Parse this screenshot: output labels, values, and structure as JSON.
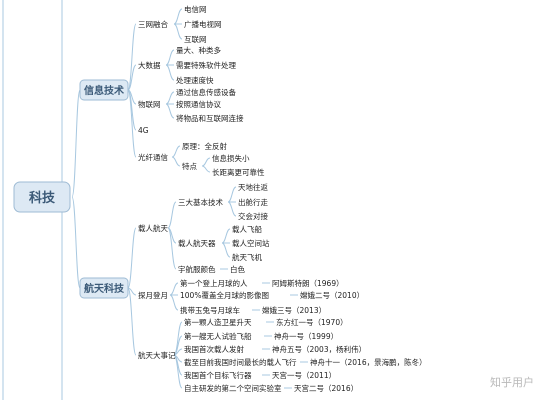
{
  "root": "科技",
  "branches": [
    {
      "label": "信息技术",
      "children": [
        {
          "label": "三网融合",
          "children": [
            "电信网",
            "广播电视网",
            "互联网"
          ]
        },
        {
          "label": "大数据",
          "children": [
            "量大、种类多",
            "需要特殊软件处理",
            "处理速度快"
          ]
        },
        {
          "label": "物联网",
          "children": [
            "通过信息传感设备",
            "按照通信协议",
            "将物品和互联网连接"
          ]
        },
        {
          "label": "4G",
          "children": []
        },
        {
          "label": "光纤通信",
          "children": [
            {
              "label": "原理：全反射",
              "children": []
            },
            {
              "label": "特点",
              "children": [
                "信息损失小",
                "长距离更可靠性"
              ]
            }
          ]
        }
      ]
    },
    {
      "label": "航天科技",
      "children": [
        {
          "label": "载人航天",
          "children": [
            {
              "label": "三大基本技术",
              "children": [
                "天地往返",
                "出舱行走",
                "交会对接"
              ]
            },
            {
              "label": "载人航天器",
              "children": [
                "载人飞船",
                "载人空间站",
                "航天飞机"
              ]
            },
            {
              "label": "宇航服颜色",
              "children": [
                "白色"
              ]
            }
          ]
        },
        {
          "label": "探月登月",
          "children": [
            {
              "label": "第一个登上月球的人",
              "children": [
                "阿姆斯特朗（1969）"
              ]
            },
            {
              "label": "100%覆盖全月球的影像图",
              "children": [
                "嫦娥二号（2010）"
              ]
            },
            {
              "label": "携带玉兔号月球车",
              "children": [
                "嫦娥三号（2013）"
              ]
            }
          ]
        },
        {
          "label": "航天大事记",
          "children": [
            {
              "label": "第一颗人造卫星升天",
              "children": [
                "东方红一号（1970）"
              ]
            },
            {
              "label": "第一艘无人试验飞船",
              "children": [
                "神舟一号（1999）"
              ]
            },
            {
              "label": "我国首次载人发射",
              "children": [
                "神舟五号（2003，杨利伟）"
              ]
            },
            {
              "label": "截至目前我国时间最长的载人飞行",
              "children": [
                "神舟十一（2016，景海鹏，陈冬）"
              ]
            },
            {
              "label": "我国首个目标飞行器",
              "children": [
                "天宫一号（2011）"
              ]
            },
            {
              "label": "自主研发的第二个空间实验室",
              "children": [
                "天宫二号（2016）"
              ]
            }
          ]
        }
      ]
    }
  ],
  "watermark": "知乎用户",
  "colors": {
    "line": "#a8c8e0",
    "node_fill": "#dde9f4",
    "node_stroke": "#9ebbd4",
    "text": "#222222",
    "accent": "#3b5a78"
  }
}
